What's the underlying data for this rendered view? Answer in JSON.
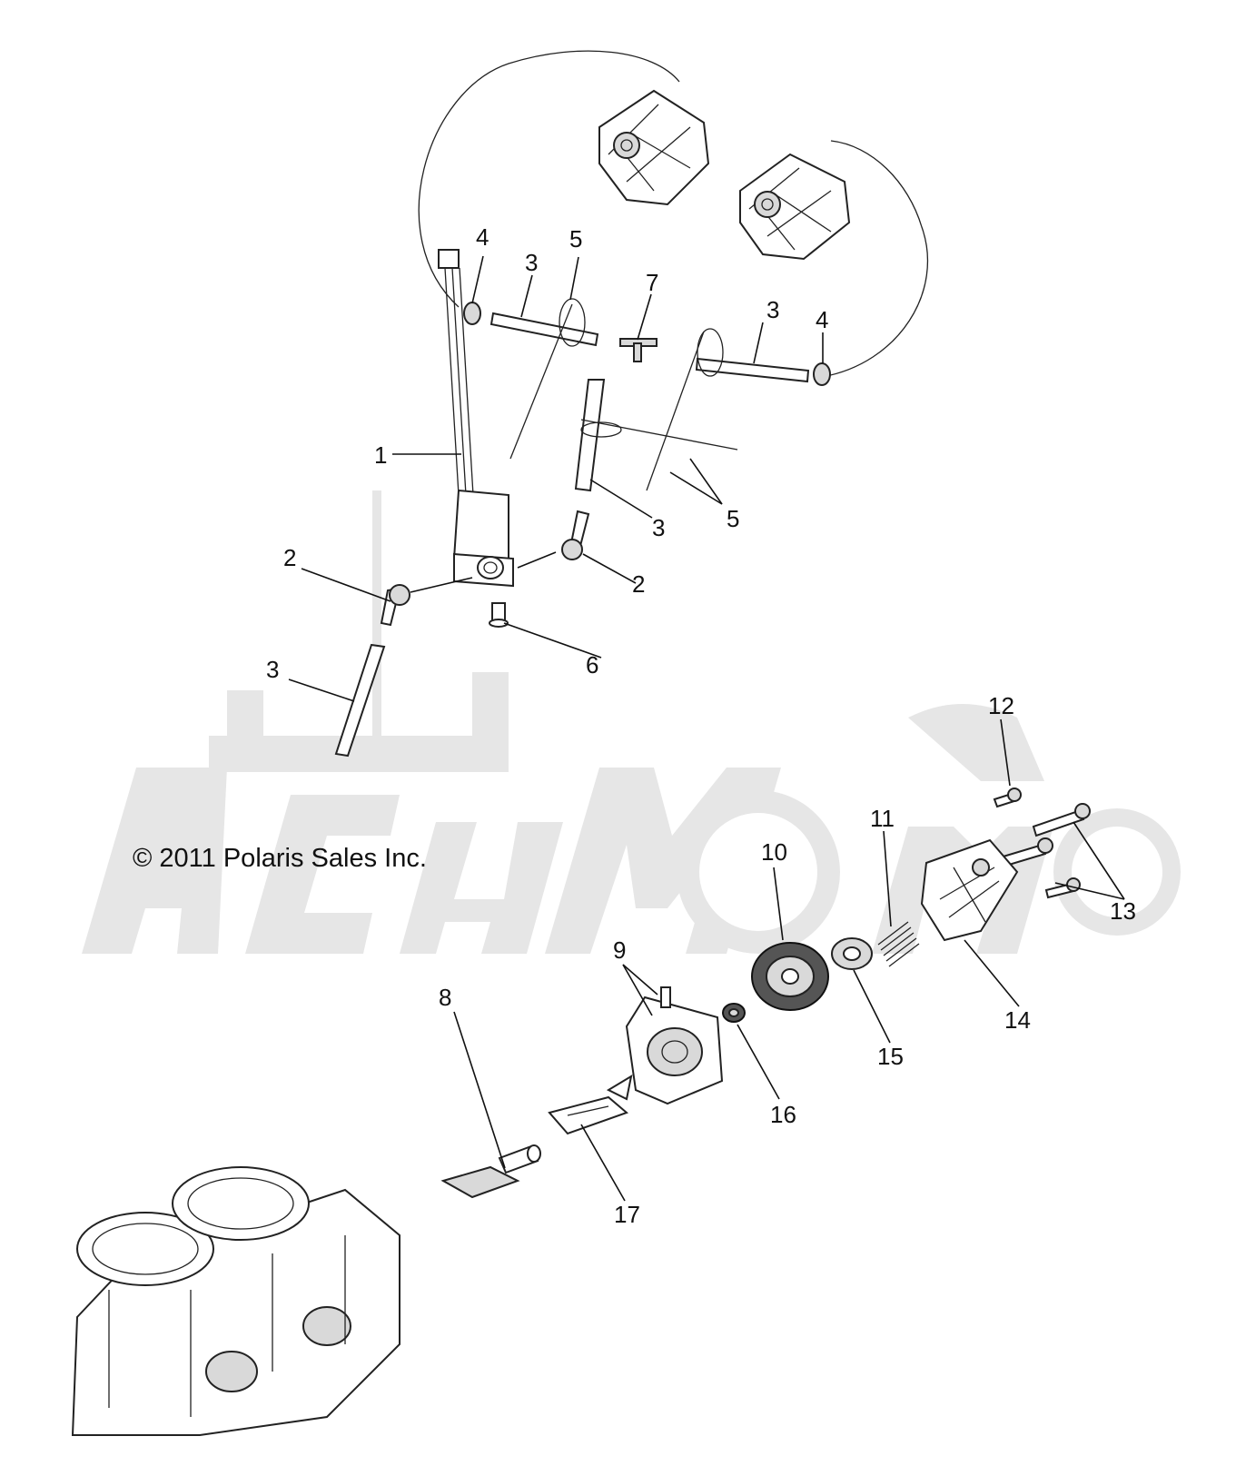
{
  "copyright": "© 2011 Polaris Sales Inc.",
  "callouts": [
    {
      "id": "c4a",
      "text": "4"
    },
    {
      "id": "c3a",
      "text": "3"
    },
    {
      "id": "c5a",
      "text": "5"
    },
    {
      "id": "c7",
      "text": "7"
    },
    {
      "id": "c3b",
      "text": "3"
    },
    {
      "id": "c4b",
      "text": "4"
    },
    {
      "id": "c1",
      "text": "1"
    },
    {
      "id": "c3c",
      "text": "3"
    },
    {
      "id": "c5b",
      "text": "5"
    },
    {
      "id": "c2a",
      "text": "2"
    },
    {
      "id": "c2b",
      "text": "2"
    },
    {
      "id": "c6",
      "text": "6"
    },
    {
      "id": "c3d",
      "text": "3"
    },
    {
      "id": "c12",
      "text": "12"
    },
    {
      "id": "c11",
      "text": "11"
    },
    {
      "id": "c10",
      "text": "10"
    },
    {
      "id": "c13",
      "text": "13"
    },
    {
      "id": "c9",
      "text": "9"
    },
    {
      "id": "c14",
      "text": "14"
    },
    {
      "id": "c8",
      "text": "8"
    },
    {
      "id": "c15",
      "text": "15"
    },
    {
      "id": "c16",
      "text": "16"
    },
    {
      "id": "c17",
      "text": "17"
    }
  ]
}
